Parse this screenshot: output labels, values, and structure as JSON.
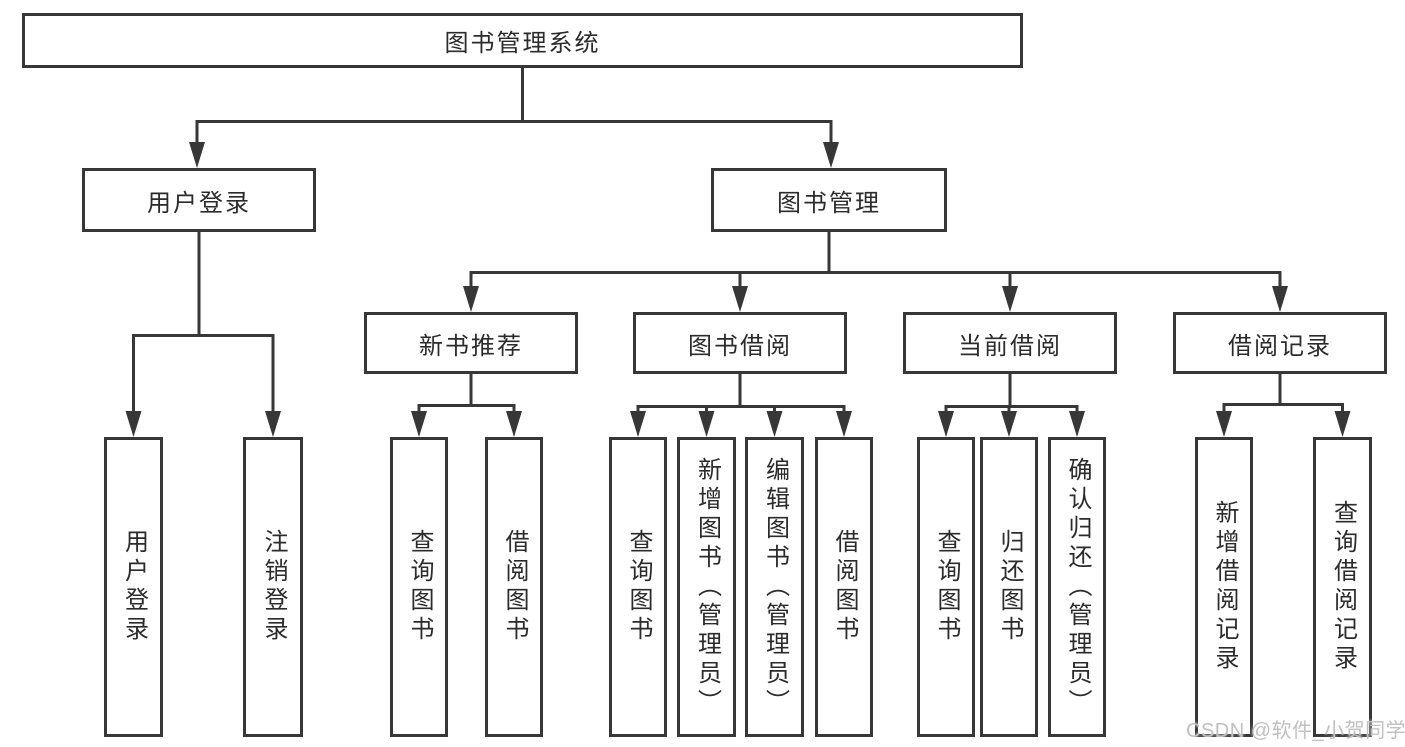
{
  "diagram": {
    "root": {
      "label": "图书管理系统",
      "children": [
        {
          "label": "用户登录",
          "children": [
            {
              "label": "用户登录"
            },
            {
              "label": "注销登录"
            }
          ]
        },
        {
          "label": "图书管理",
          "children": [
            {
              "label": "新书推荐",
              "children": [
                {
                  "label": "查询图书"
                },
                {
                  "label": "借阅图书"
                }
              ]
            },
            {
              "label": "图书借阅",
              "children": [
                {
                  "label": "查询图书"
                },
                {
                  "label": "新增图书（管理员）"
                },
                {
                  "label": "编辑图书（管理员）"
                },
                {
                  "label": "借阅图书"
                }
              ]
            },
            {
              "label": "当前借阅",
              "children": [
                {
                  "label": "查询图书"
                },
                {
                  "label": "归还图书"
                },
                {
                  "label": "确认归还（管理员）"
                }
              ]
            },
            {
              "label": "借阅记录",
              "children": [
                {
                  "label": "新增借阅记录"
                },
                {
                  "label": "查询借阅记录"
                }
              ]
            }
          ]
        }
      ]
    },
    "watermark": "CSDN @软件_小贺同学",
    "colors": {
      "line": "#373737",
      "text": "#2b2b2b",
      "background": "#ffffff",
      "watermark": "#c0c0c0"
    }
  }
}
